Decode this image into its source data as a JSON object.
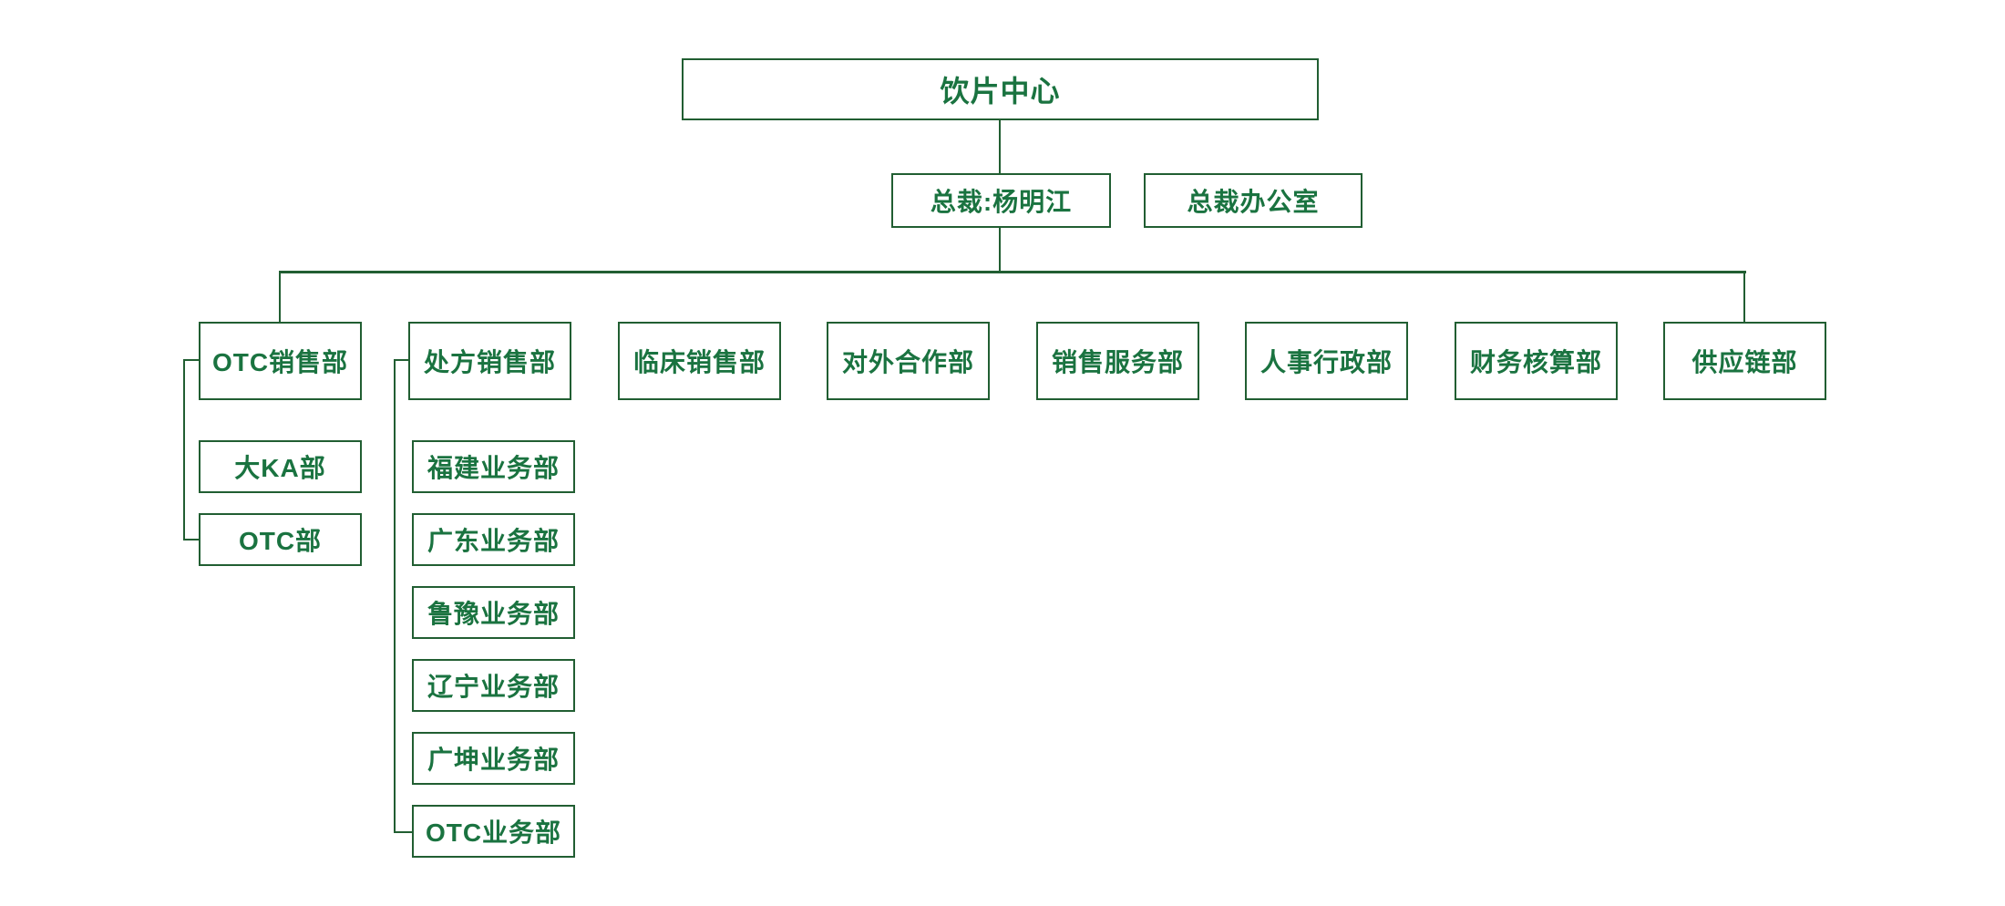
{
  "palette": {
    "line_color": "#215e32",
    "text_color": "#1a7340",
    "background": "#ffffff"
  },
  "org": {
    "root": {
      "label": "饮片中心"
    },
    "president": {
      "label": "总裁:杨明江"
    },
    "president_office": {
      "label": "总裁办公室"
    },
    "departments": [
      {
        "label": "OTC销售部"
      },
      {
        "label": "处方销售部"
      },
      {
        "label": "临床销售部"
      },
      {
        "label": "对外合作部"
      },
      {
        "label": "销售服务部"
      },
      {
        "label": "人事行政部"
      },
      {
        "label": "财务核算部"
      },
      {
        "label": "供应链部"
      }
    ],
    "otc_sales_children": [
      {
        "label": "大KA部"
      },
      {
        "label": "OTC部"
      }
    ],
    "rx_sales_children": [
      {
        "label": "福建业务部"
      },
      {
        "label": "广东业务部"
      },
      {
        "label": "鲁豫业务部"
      },
      {
        "label": "辽宁业务部"
      },
      {
        "label": "广坤业务部"
      },
      {
        "label": "OTC业务部"
      }
    ]
  }
}
